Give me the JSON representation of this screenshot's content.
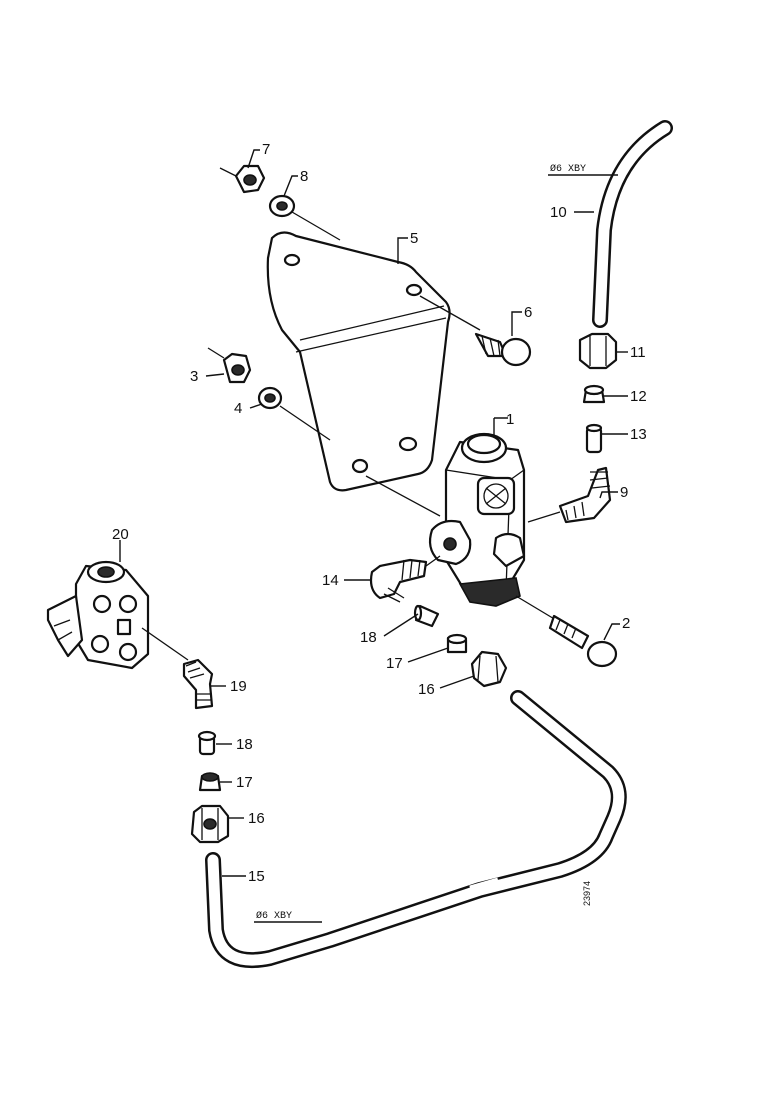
{
  "diagram": {
    "reference": "23974",
    "tube_spec_upper": "Ø6 XBY",
    "tube_spec_lower": "Ø6 XBY",
    "callouts": [
      "1",
      "2",
      "3",
      "4",
      "5",
      "6",
      "7",
      "8",
      "9",
      "10",
      "11",
      "12",
      "13",
      "14",
      "15",
      "16",
      "17",
      "18",
      "19",
      "20",
      "16",
      "17",
      "18"
    ]
  }
}
